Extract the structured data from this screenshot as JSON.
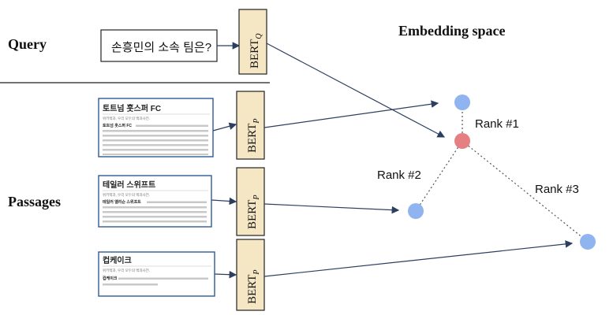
{
  "labels": {
    "query": "Query",
    "passages": "Passages",
    "embedding_space": "Embedding space"
  },
  "query_box": {
    "text": "손흥민의 소속 팀은?"
  },
  "encoders": {
    "query": {
      "base": "BERT",
      "sub": "Q"
    },
    "passage": {
      "base": "BERT",
      "sub": "P"
    }
  },
  "passages": [
    {
      "title": "토트넘 훗스퍼 FC",
      "subtitle": "위키백과, 우리 모두의 백과사전.",
      "lead": "토트넘 훗스퍼 FC"
    },
    {
      "title": "테일러 스위프트",
      "subtitle": "위키백과, 우리 모두의 백과사전.",
      "lead": "테일러 앨리슨 스위프트"
    },
    {
      "title": "컵케이크",
      "subtitle": "위키백과, 우리 모두의 백과사전.",
      "lead": "컵케이크"
    }
  ],
  "ranks": {
    "rank1": "Rank #1",
    "rank2": "Rank #2",
    "rank3": "Rank #3"
  },
  "colors": {
    "bert_fill": "#f5e6c4",
    "query_point": "#e57f82",
    "passage_point": "#8fb4ef",
    "passage_border": "#2d5a96"
  }
}
